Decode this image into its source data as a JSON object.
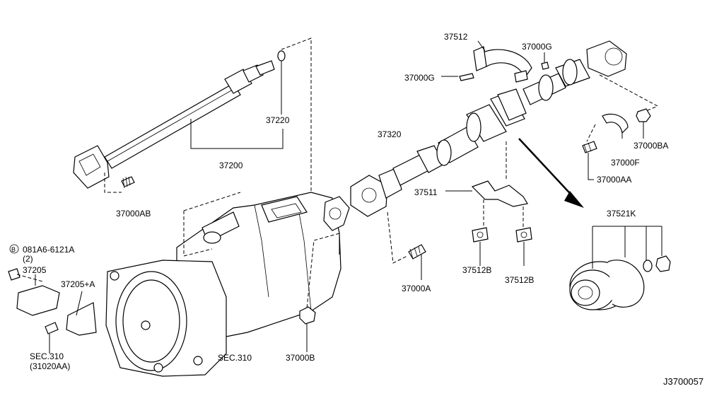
{
  "labels": {
    "p37512": "37512",
    "p37000G_top": "37000G",
    "p37000G_left": "37000G",
    "p37220": "37220",
    "p37200": "37200",
    "p37320": "37320",
    "p37000BA": "37000BA",
    "p37000F": "37000F",
    "p37000AA": "37000AA",
    "p37000AB": "37000AB",
    "p37511": "37511",
    "p37521K": "37521K",
    "p081A6": "081A6-6121A",
    "p081A6_qty": "(2)",
    "p081A6_circle": "B",
    "p37205": "37205",
    "p37205A": "37205+A",
    "p37512B_1": "37512B",
    "p37512B_2": "37512B",
    "p37000A": "37000A",
    "sec310_left": "SEC.310",
    "sec310_left_sub": "(31020AA)",
    "sec310_mid": "SEC.310",
    "p37000B": "37000B",
    "diagram_id": "J3700057"
  }
}
